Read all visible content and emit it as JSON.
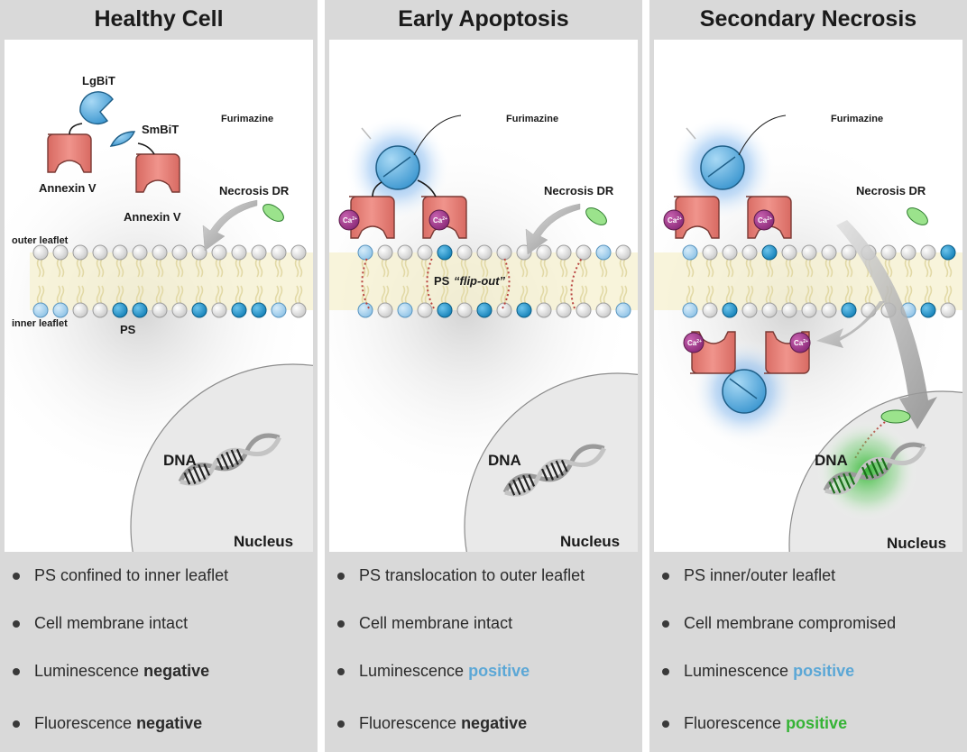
{
  "panels": [
    {
      "title": "Healthy Cell",
      "labels": {
        "lgbit": "LgBiT",
        "smbit": "SmBiT",
        "annexin_a": "Annexin V",
        "annexin_b": "Annexin V",
        "furimazine": "Furimazine",
        "necrosis_dr": "Necrosis DR",
        "outer_leaflet": "outer leaflet",
        "inner_leaflet": "inner leaflet",
        "ps": "PS",
        "dna": "DNA",
        "nucleus": "Nucleus"
      },
      "bullets": [
        {
          "text": "PS confined to inner leaflet",
          "emph": ""
        },
        {
          "text": "Cell membrane intact",
          "emph": ""
        },
        {
          "text": "Luminescence ",
          "emph": "negative"
        },
        {
          "text": "Fluorescence ",
          "emph": "negative"
        }
      ]
    },
    {
      "title": "Early Apoptosis",
      "labels": {
        "furimazine": "Furimazine",
        "necrosis_dr": "Necrosis DR",
        "ca": "Ca",
        "ca_sup": "2+",
        "ps": "PS",
        "flip_out": "“flip-out”",
        "dna": "DNA",
        "nucleus": "Nucleus"
      },
      "bullets": [
        {
          "text": "PS translocation to outer leaflet",
          "emph": ""
        },
        {
          "text": "Cell membrane intact",
          "emph": ""
        },
        {
          "text": "Luminescence ",
          "emph": "positive"
        },
        {
          "text": "Fluorescence ",
          "emph": "negative"
        }
      ]
    },
    {
      "title": "Secondary Necrosis",
      "labels": {
        "furimazine": "Furimazine",
        "necrosis_dr": "Necrosis DR",
        "ca": "Ca",
        "ca_sup": "2+",
        "dna": "DNA",
        "nucleus": "Nucleus"
      },
      "bullets": [
        {
          "text": "PS inner/outer leaflet",
          "emph": ""
        },
        {
          "text": "Cell membrane compromised",
          "emph": ""
        },
        {
          "text": "Luminescence ",
          "emph": "positive"
        },
        {
          "text": "Fluorescence ",
          "emph": "positive"
        }
      ]
    }
  ],
  "colors": {
    "background_gray": "#d9d9d9",
    "annexin_red": "#e8827a",
    "lgbit_blue": "#5aaee0",
    "ps_blue": "#1a8fc4",
    "ca_purple": "#a03c8c",
    "necrosis_green": "#86e07a",
    "luminescence_text": "#5ba7d6",
    "fluorescence_text": "#35b335"
  }
}
